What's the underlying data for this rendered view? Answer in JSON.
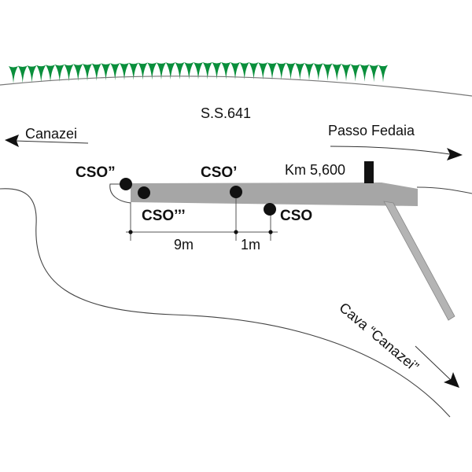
{
  "labels": {
    "road": "S.S.641",
    "left_destination": "Canazei",
    "right_destination": "Passo Fedaia",
    "km_marker": "Km 5,600",
    "quarry": "Cava “Canazei”",
    "cso": "CSO",
    "cso_prime": "CSO’",
    "cso_double": "CSO”",
    "cso_triple": "CSO’’’",
    "dist_a": "9m",
    "dist_b": "1m"
  },
  "colors": {
    "trees": "#0a8f3c",
    "road_fill": "#a6a6a6",
    "line": "#555555"
  }
}
